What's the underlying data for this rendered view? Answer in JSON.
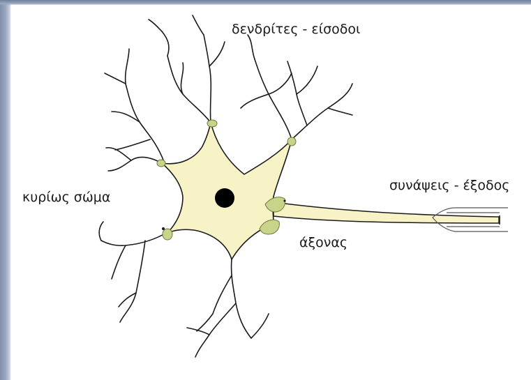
{
  "labels": {
    "dendrites": "δενδρίτες - είσοδοι",
    "soma": "κυρίως σώμα",
    "synapses": "συνάψεις - έξοδος",
    "axon": "άξονας"
  },
  "colors": {
    "cell_body_fill": "#f8f2c7",
    "knob_fill": "#c8d48a",
    "nucleus": "#000000",
    "line": "#1a1a1a",
    "frame": "#8e9cb6"
  }
}
